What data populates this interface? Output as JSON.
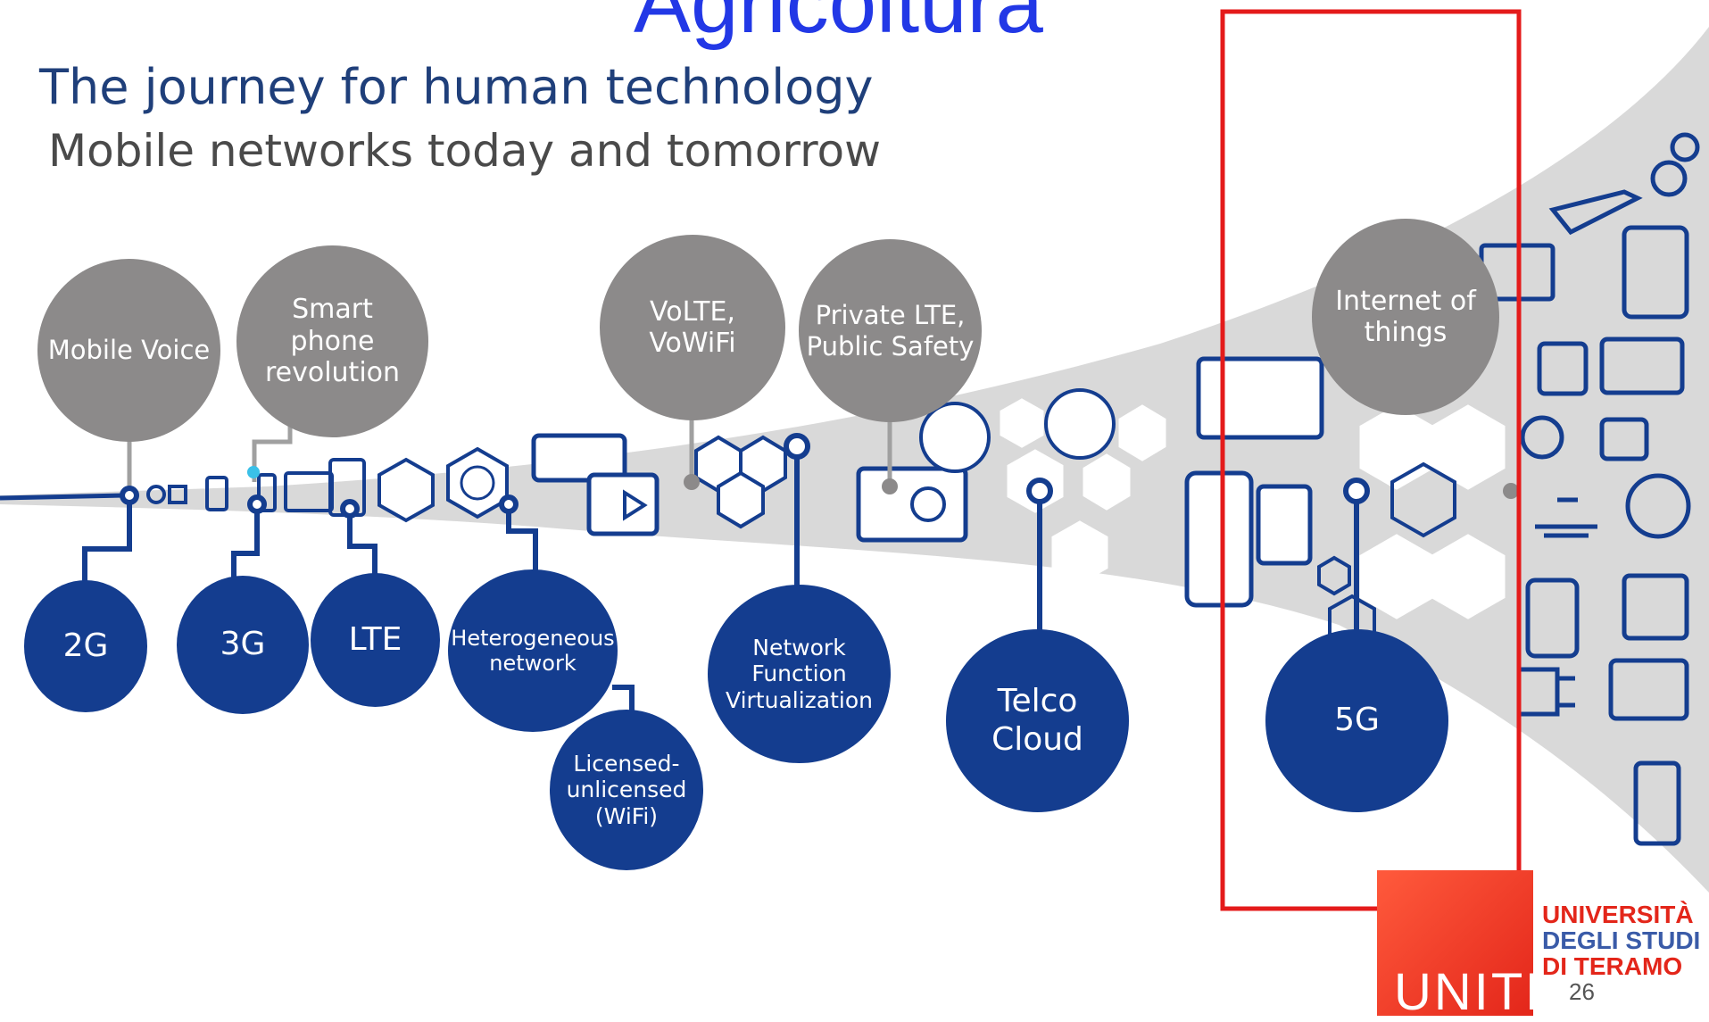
{
  "slide": {
    "heading": "Agricoltura",
    "title": "The journey for human technology",
    "subtitle": "Mobile networks today and tomorrow",
    "page_number": "26"
  },
  "milestones_top": [
    {
      "label": "Mobile Voice"
    },
    {
      "label": "Smart\nphone\nrevolution"
    },
    {
      "label": "VoLTE,\nVoWiFi"
    },
    {
      "label": "Private LTE,\nPublic Safety"
    },
    {
      "label": "Internet of\nthings"
    }
  ],
  "milestones_bottom": [
    {
      "label": "2G"
    },
    {
      "label": "3G"
    },
    {
      "label": "LTE"
    },
    {
      "label": "Heterogeneous\nnetwork"
    },
    {
      "label": "Licensed-\nunlicensed\n(WiFi)"
    },
    {
      "label": "Network\nFunction\nVirtualization"
    },
    {
      "label": "Telco\nCloud"
    },
    {
      "label": "5G"
    }
  ],
  "logo": {
    "mark": "UNITE",
    "university_lines": [
      "UNIVERSITÀ",
      "DEGLI STUDI",
      "DI TERAMO"
    ]
  },
  "colors": {
    "heading": "#2238e6",
    "grey_bubble": "#8c8a8a",
    "blue_bubble": "#143d8f",
    "highlight_frame": "#e41b1b",
    "logo_red": "#e3261a"
  },
  "icons": [
    "gear-icon",
    "airplane-icon",
    "truck-icon",
    "tablet-icon",
    "camera-icon",
    "microwave-icon",
    "van-icon",
    "webcam-icon",
    "shower-icon",
    "clock-icon",
    "printer-icon",
    "plug-icon",
    "monitor-icon",
    "fridge-icon",
    "phone-icon",
    "antenna-icon",
    "play-icon",
    "face-icon",
    "people-icon"
  ]
}
